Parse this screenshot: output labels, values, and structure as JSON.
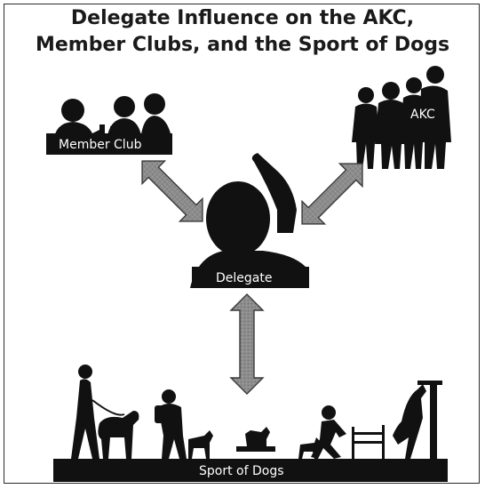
{
  "title_line1": "Delegate Influence on the AKC,",
  "title_line2": "Member Clubs, and the Sport of Dogs",
  "nodes": {
    "member_club": "Member Club",
    "akc": "AKC",
    "delegate": "Delegate",
    "sport_of_dogs": "Sport of Dogs"
  },
  "colors": {
    "silhouette": "#111111",
    "arrow_fill": "#8c8c8c",
    "arrow_stroke": "#3a3a3a",
    "border": "#2a2a2a"
  }
}
